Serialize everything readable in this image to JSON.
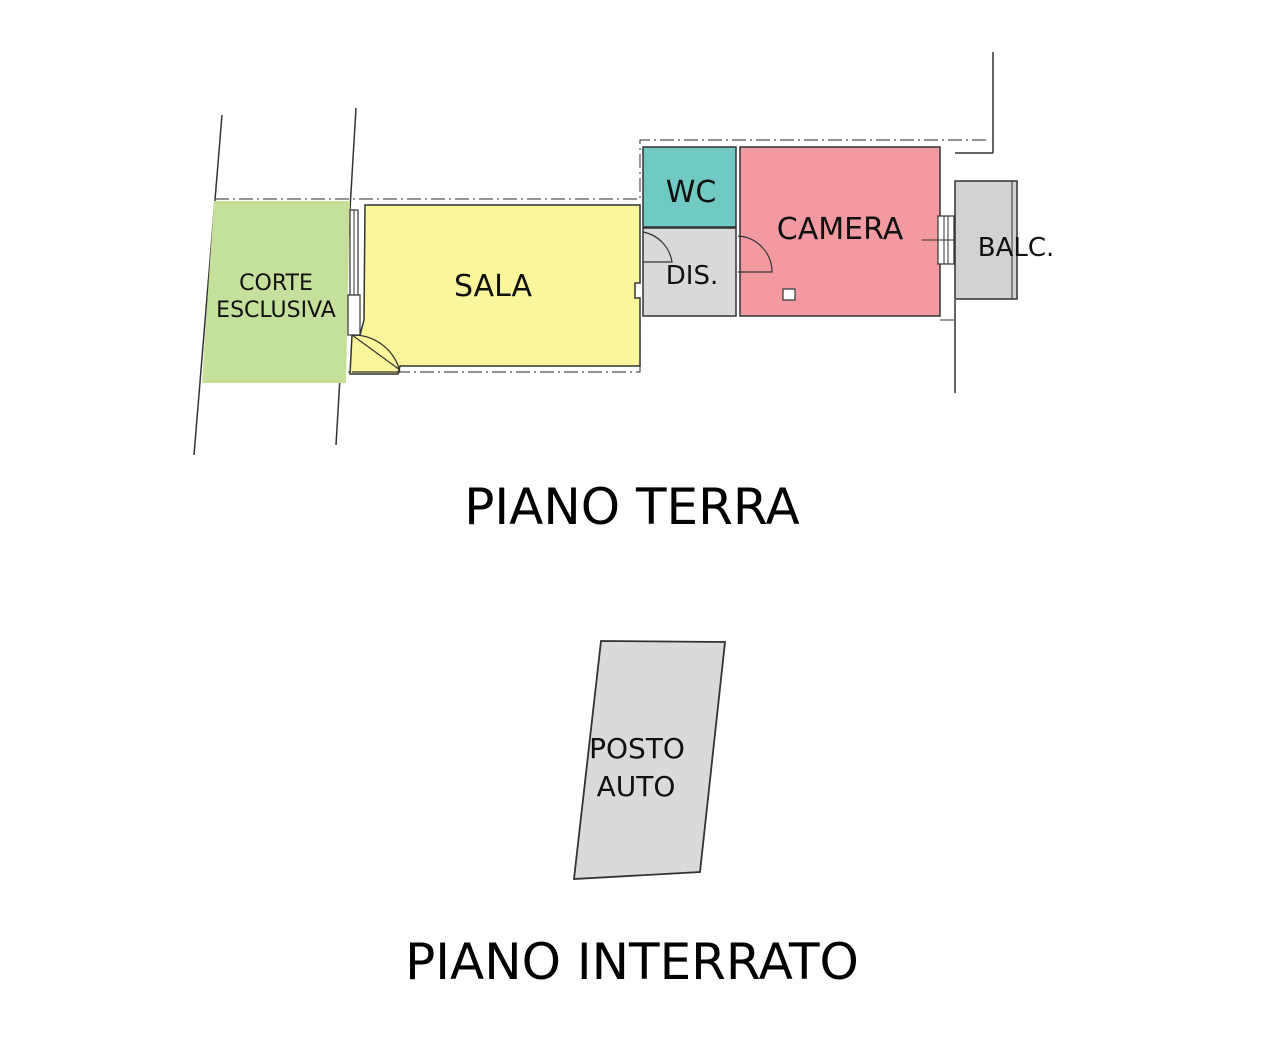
{
  "colors": {
    "corte": "#c5e09b",
    "sala": "#fbf59b",
    "wc": "#70c9c2",
    "dis": "#d9d9d9",
    "camera": "#f29a9f",
    "balc": "#d2d2d2",
    "posto_auto": "#dadada",
    "line": "#333333"
  },
  "ground_floor": {
    "title": "PIANO TERRA",
    "rooms": {
      "corte_line1": "CORTE",
      "corte_line2": "ESCLUSIVA",
      "sala": "SALA",
      "wc": "WC",
      "dis": "DIS.",
      "camera": "CAMERA",
      "balc": "BALC."
    }
  },
  "basement": {
    "title": "PIANO INTERRATO",
    "rooms": {
      "posto_line1": "POSTO",
      "posto_line2": "AUTO"
    }
  }
}
